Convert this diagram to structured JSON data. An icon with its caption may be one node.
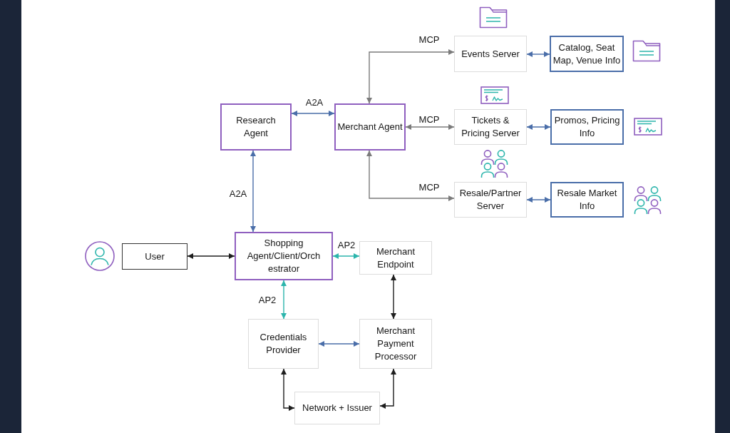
{
  "diagram": {
    "nodes": [
      {
        "text": [
          "Events Server"
        ]
      },
      {
        "text": [
          "Catalog, Seat Map, Venue Info"
        ]
      },
      {
        "text": [
          "Research Agent"
        ]
      },
      {
        "text": [
          "Merchant Agent"
        ]
      },
      {
        "text": [
          "Tickets & Pricing Server"
        ]
      },
      {
        "text": [
          "Promos, Pricing Info"
        ]
      },
      {
        "text": [
          "Resale/Partner Server"
        ]
      },
      {
        "text": [
          "Resale Market Info"
        ]
      },
      {
        "text": [
          "User"
        ]
      },
      {
        "text": [
          "Shopping Agent/Client/Orchestrator"
        ]
      },
      {
        "text": [
          "Merchant Endpoint"
        ]
      },
      {
        "text": [
          "Credentials Provider"
        ]
      },
      {
        "text": [
          "Merchant Payment Processor"
        ]
      },
      {
        "text": [
          "Network + Issuer"
        ]
      }
    ],
    "edges": [
      {
        "from": 3,
        "to": 0,
        "arrow": "both",
        "label": "MCP",
        "color": "#7b7b7b"
      },
      {
        "from": 0,
        "to": 1,
        "arrow": "both"
      },
      {
        "from": 2,
        "to": 3,
        "arrow": "both",
        "label": "A2A"
      },
      {
        "from": 3,
        "to": 4,
        "arrow": "both",
        "label": "MCP",
        "color": "#7b7b7b"
      },
      {
        "from": 4,
        "to": 5,
        "arrow": "both"
      },
      {
        "from": 3,
        "to": 6,
        "arrow": "both",
        "label": "MCP",
        "color": "#7b7b7b"
      },
      {
        "from": 6,
        "to": 7,
        "arrow": "both"
      },
      {
        "from": 2,
        "to": 9,
        "arrow": "both",
        "label": "A2A"
      },
      {
        "from": 8,
        "to": 9,
        "arrow": "both",
        "color": "#1e1e1e"
      },
      {
        "from": 9,
        "to": 10,
        "arrow": "both",
        "label": "AP2",
        "color": "#2cb5ac"
      },
      {
        "from": 9,
        "to": 11,
        "arrow": "both",
        "label": "AP2",
        "color": "#2cb5ac"
      },
      {
        "from": 10,
        "to": 12,
        "arrow": "both",
        "color": "#1e1e1e"
      },
      {
        "from": 11,
        "to": 12,
        "arrow": "both"
      },
      {
        "from": 11,
        "to": 13,
        "arrow": "both",
        "color": "#1e1e1e"
      },
      {
        "from": 12,
        "to": 13,
        "arrow": "both",
        "color": "#1e1e1e"
      }
    ]
  }
}
